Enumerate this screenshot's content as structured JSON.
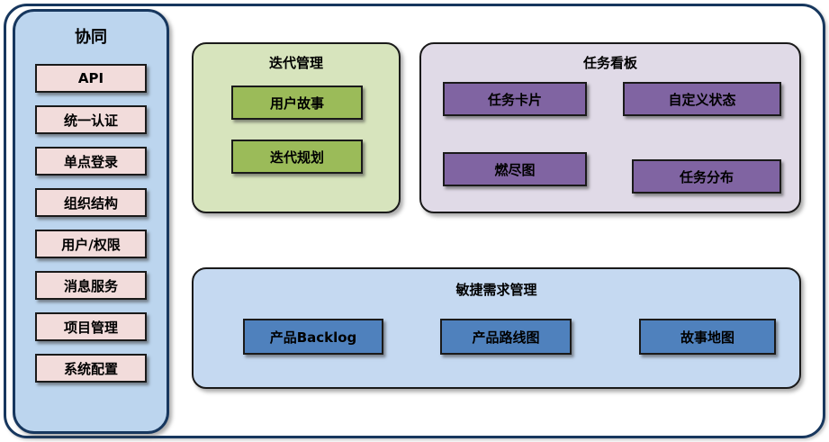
{
  "sidebar": {
    "title": "协同",
    "items": [
      "API",
      "统一认证",
      "单点登录",
      "组织结构",
      "用户/权限",
      "消息服务",
      "项目管理",
      "系统配置"
    ]
  },
  "groups": [
    {
      "title": "迭代管理",
      "items": [
        "用户故事",
        "迭代规划"
      ]
    },
    {
      "title": "任务看板",
      "items": [
        "任务卡片",
        "自定义状态",
        "燃尽图",
        "任务分布"
      ]
    },
    {
      "title": "敏捷需求管理",
      "items": [
        "产品Backlog",
        "产品路线图",
        "故事地图"
      ]
    }
  ],
  "colors": {
    "frame_border": "#17375E",
    "sidebar_fill": "#BCD5EE",
    "sidebar_item_fill": "#F2DCDB",
    "iteration_group_fill": "#D7E4BD",
    "iteration_item_fill": "#9BBB59",
    "kanban_group_fill": "#E0DAE7",
    "kanban_item_fill": "#8064A2",
    "agile_group_fill": "#C5D9F1",
    "agile_item_fill": "#4F81BD"
  }
}
